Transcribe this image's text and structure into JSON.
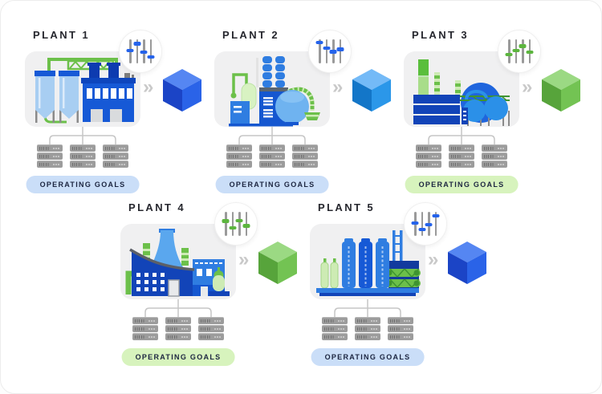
{
  "colors": {
    "card_bg": "#f0f0f1",
    "title": "#26272e",
    "pill_text": "#1c2540",
    "pill_blue": "#cadef8",
    "pill_green": "#d7f3bd",
    "slider_blue": "#2563eb",
    "slider_green": "#5cb53e",
    "slider_track": "#9a9a9a",
    "chevron": "#c9c9c9",
    "connector": "#c6c6c6",
    "rack_body": "#9c9c9c",
    "rack_vent": "#6e6e6e",
    "rack_dot": "#d2d2d2"
  },
  "cube_palettes": {
    "royal": {
      "top": "#5586f2",
      "left": "#1b44c6",
      "right": "#2a63e8"
    },
    "sky": {
      "top": "#74baf7",
      "left": "#1376c8",
      "right": "#2b97e9"
    },
    "green": {
      "top": "#9bd983",
      "left": "#57a43b",
      "right": "#73c353"
    }
  },
  "chevron_glyph": "»",
  "plants": [
    {
      "title": "PLANT 1",
      "goal_label": "OPERATING GOALS",
      "goal_color": "blue",
      "cube": "royal",
      "slider_color": "blue",
      "sliders": [
        45,
        18,
        52,
        72
      ],
      "racks": 3,
      "rack_units": 3
    },
    {
      "title": "PLANT 2",
      "goal_label": "OPERATING GOALS",
      "goal_color": "blue",
      "cube": "sky",
      "slider_color": "blue",
      "sliders": [
        12,
        35,
        50,
        40
      ],
      "racks": 3,
      "rack_units": 3
    },
    {
      "title": "PLANT 3",
      "goal_label": "OPERATING GOALS",
      "goal_color": "green",
      "cube": "green",
      "slider_color": "green",
      "sliders": [
        62,
        45,
        28,
        52
      ],
      "racks": 3,
      "rack_units": 3
    },
    {
      "title": "PLANT 4",
      "goal_label": "OPERATING GOALS",
      "goal_color": "green",
      "cube": "green",
      "slider_color": "green",
      "sliders": [
        38,
        66,
        35,
        58
      ],
      "racks": 3,
      "rack_units": 3
    },
    {
      "title": "PLANT 5",
      "goal_label": "OPERATING GOALS",
      "goal_color": "blue",
      "cube": "royal",
      "slider_color": "blue",
      "sliders": [
        45,
        72,
        52,
        16
      ],
      "racks": 3,
      "rack_units": 3
    }
  ]
}
